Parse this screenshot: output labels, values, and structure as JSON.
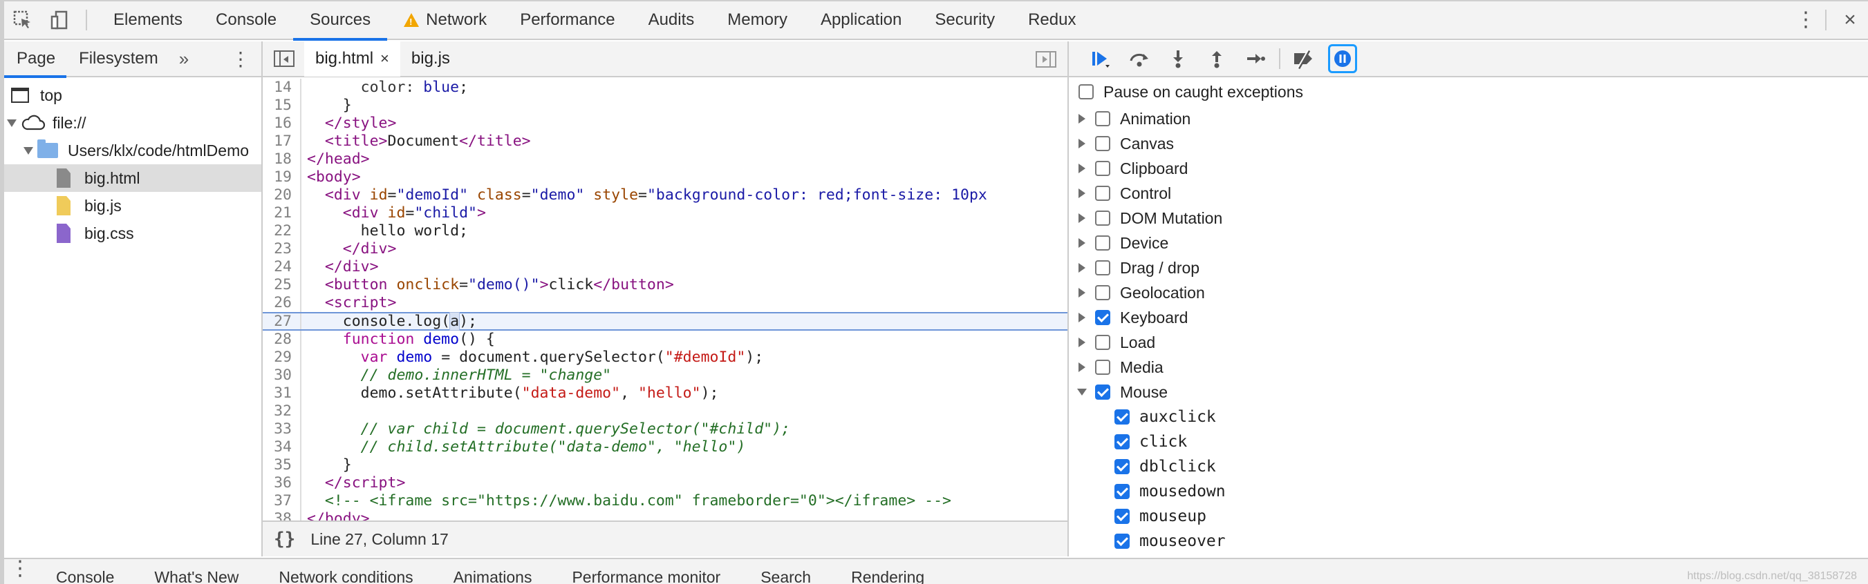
{
  "toolbar": {
    "tabs": [
      "Elements",
      "Console",
      "Sources",
      "Network",
      "Performance",
      "Audits",
      "Memory",
      "Application",
      "Security",
      "Redux"
    ],
    "active_tab": "Sources",
    "warning_tab": "Network",
    "more_icon": "vertical-dots-icon",
    "close_icon": "close-icon"
  },
  "navigator": {
    "tabs": [
      "Page",
      "Filesystem"
    ],
    "more_label": "»",
    "tree": [
      {
        "label": "top",
        "icon": "frame-icon"
      },
      {
        "label": "file://",
        "icon": "cloud-icon"
      },
      {
        "label": "Users/klx/code/htmlDemo",
        "icon": "folder-icon"
      },
      {
        "label": "big.html",
        "icon": "html-file-icon",
        "selected": true
      },
      {
        "label": "big.js",
        "icon": "js-file-icon"
      },
      {
        "label": "big.css",
        "icon": "css-file-icon"
      }
    ]
  },
  "editor": {
    "tabs": [
      {
        "label": "big.html",
        "close": "×"
      },
      {
        "label": "big.js"
      }
    ],
    "status": {
      "braces": "{}",
      "position": "Line 27, Column 17"
    }
  },
  "debugger": {
    "pause_caught_label": "Pause on caught exceptions",
    "categories": [
      {
        "label": "Animation",
        "checked": false
      },
      {
        "label": "Canvas",
        "checked": false
      },
      {
        "label": "Clipboard",
        "checked": false
      },
      {
        "label": "Control",
        "checked": false
      },
      {
        "label": "DOM Mutation",
        "checked": false
      },
      {
        "label": "Device",
        "checked": false
      },
      {
        "label": "Drag / drop",
        "checked": false
      },
      {
        "label": "Geolocation",
        "checked": false
      },
      {
        "label": "Keyboard",
        "checked": true
      },
      {
        "label": "Load",
        "checked": false
      },
      {
        "label": "Media",
        "checked": false
      },
      {
        "label": "Mouse",
        "checked": true,
        "expanded": true
      }
    ],
    "mouse_events": [
      "auxclick",
      "click",
      "dblclick",
      "mousedown",
      "mouseup",
      "mouseover"
    ]
  },
  "drawer": {
    "tabs": [
      "Console",
      "What's New",
      "Network conditions",
      "Animations",
      "Performance monitor",
      "Search",
      "Rendering"
    ]
  },
  "watermark": "https://blog.csdn.net/qq_38158728",
  "colors": {
    "accent": "#1a73e8",
    "warning": "#f2a600",
    "tag": "#881280",
    "attr": "#994500",
    "value": "#1a1aa6",
    "string": "#c41a16",
    "comment": "#236e25"
  }
}
